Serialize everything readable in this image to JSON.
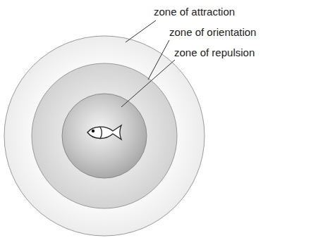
{
  "diagram": {
    "labels": [
      "zone of attraction",
      "zone of orientation",
      "zone of repulsion"
    ]
  }
}
